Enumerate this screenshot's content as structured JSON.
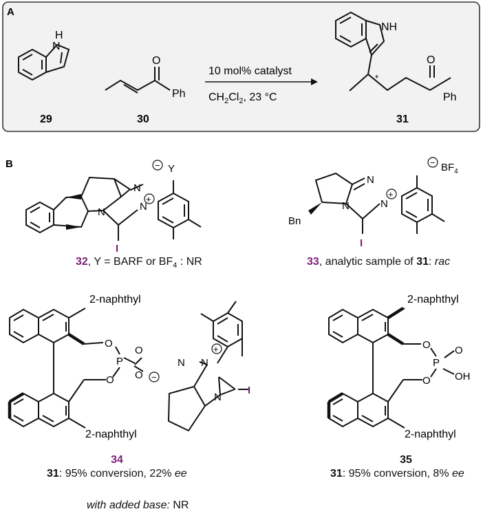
{
  "panel_a": {
    "label": "A",
    "reagent_line1": "10 mol% catalyst",
    "reagent_line2_prefix": "CH",
    "reagent_line2_sub1": "2",
    "reagent_line2_mid": "Cl",
    "reagent_line2_sub2": "2",
    "reagent_line2_suffix": ", 23 °C",
    "compounds": {
      "c29": "29",
      "c30": "30",
      "c31": "31"
    },
    "atoms": {
      "nh": "NH",
      "h": "H",
      "n": "N",
      "o": "O",
      "ph": "Ph",
      "star": "*"
    }
  },
  "panel_b": {
    "label": "B",
    "c32": {
      "num": "32",
      "caption_a": ", Y = BARF or BF",
      "caption_sub": "4",
      "caption_b": " : NR",
      "counterion": "Y"
    },
    "c33": {
      "num": "33",
      "caption_a": ", analytic sample of ",
      "caption_ref": "31",
      "caption_b": ": ",
      "caption_italic": "rac",
      "counterion": "BF",
      "counterion_sub": "4",
      "bn": "Bn"
    },
    "c34": {
      "num": "34",
      "result_ref": "31",
      "result_text": ": 95% conversion, 22% ",
      "result_ee": "ee",
      "base_note_italic": "with added base:",
      "base_note": " NR",
      "naphthyl_top": "2-naphthyl",
      "naphthyl_bottom": "2-naphthyl"
    },
    "c35": {
      "num": "35",
      "result_ref": "31",
      "result_text": ": 95% conversion, 8% ",
      "result_ee": "ee",
      "naphthyl_top": "2-naphthyl",
      "naphthyl_bottom": "2-naphthyl",
      "oh": "OH"
    },
    "atoms": {
      "n": "N",
      "o": "O",
      "p": "P",
      "i": "I",
      "plus": "+",
      "minus": "−"
    }
  },
  "colors": {
    "accent_purple": "#7a1f7a",
    "box_fill": "#f2f2f2",
    "box_border": "#333333"
  }
}
